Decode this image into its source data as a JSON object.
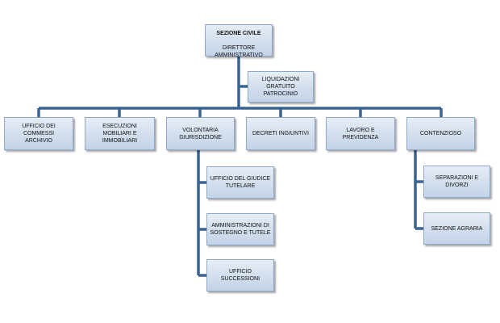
{
  "colors": {
    "connector": "#3a6391",
    "box_border": "#8ea9c9",
    "box_fill": "#d2deed"
  },
  "root": {
    "title": "SEZIONE CIVILE",
    "subtitle": "DIRETTORE\nAMMINISTRATIVO"
  },
  "side": {
    "label": "LIQUIDAZIONI GRATUITO\nPATROCINIO"
  },
  "departments": [
    {
      "label": "UFFICIO DEI COMMESSI\nARCHIVIO"
    },
    {
      "label": "ESECUZIONI MOBILIARI E\nIMMOBILIARI"
    },
    {
      "label": "VOLONTARIA\nGIURISDIZIONE"
    },
    {
      "label": "DECRETI INGIUNTIVI"
    },
    {
      "label": "LAVORO E PREVIDENZA"
    },
    {
      "label": "CONTENZIOSO"
    }
  ],
  "volontaria_children": [
    {
      "label": "UFFICIO DEL GIUDICE\nTUTELARE"
    },
    {
      "label": "AMMINISTRAZIONI DI\nSOSTEGNO E TUTELE"
    },
    {
      "label": "UFFICIO SUCCESSIONI"
    }
  ],
  "contenzioso_children": [
    {
      "label": "SEPARAZIONI E DIVORZI"
    },
    {
      "label": "SEZIONE AGRARIA"
    }
  ]
}
